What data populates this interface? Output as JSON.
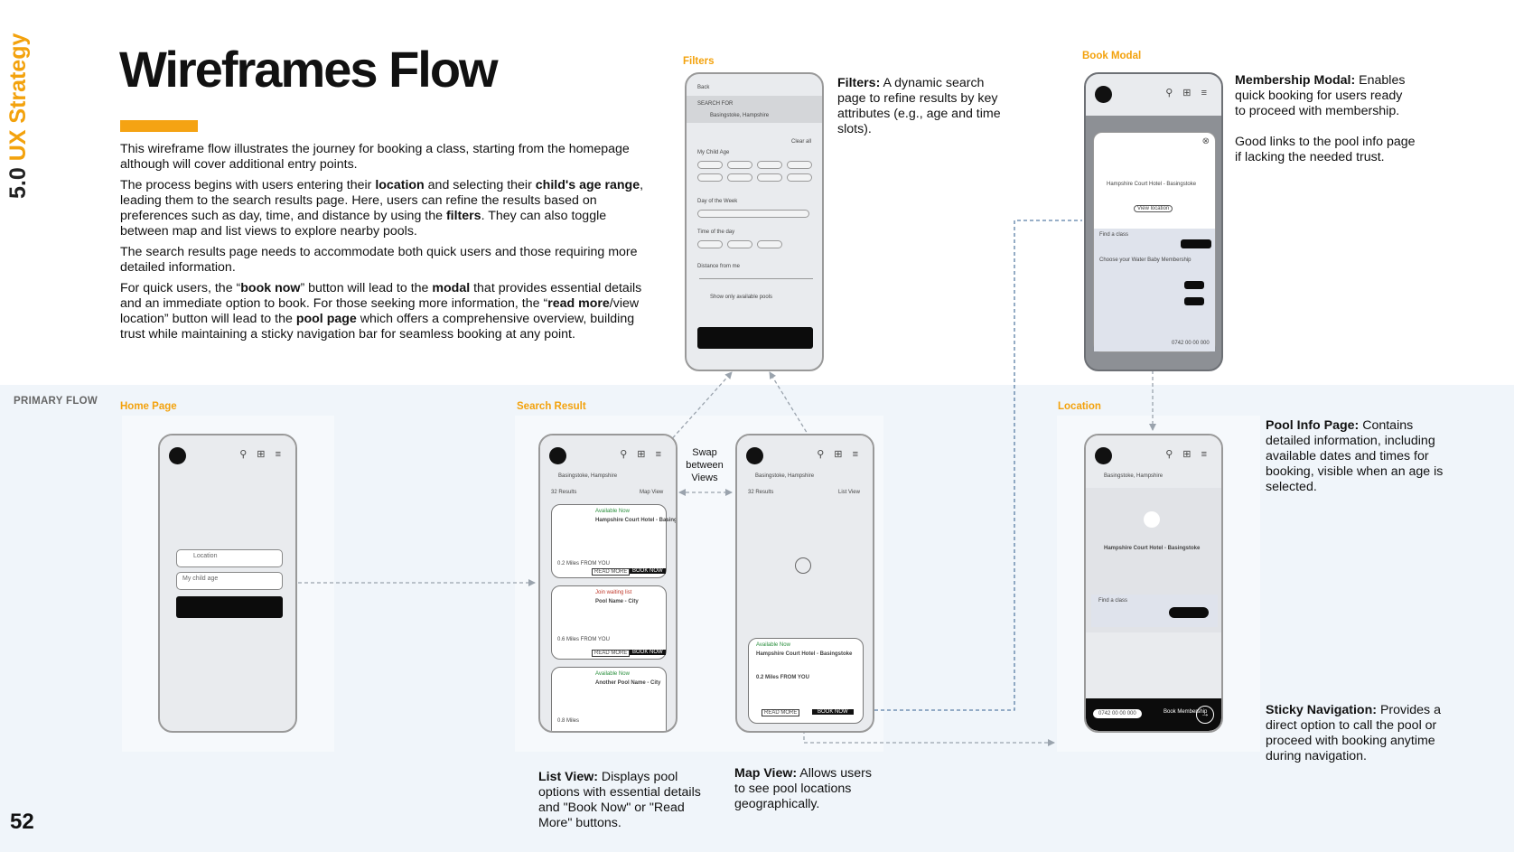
{
  "sidebar": {
    "number": "5.0",
    "section": "UX Strategy"
  },
  "header": {
    "title": "Wireframes Flow"
  },
  "intro": {
    "p1": "This wireframe flow illustrates the journey for booking a class, starting from the homepage although will cover additional entry points.",
    "p2a": "The process begins with users entering their ",
    "p2b": "location",
    "p2c": " and selecting their ",
    "p2d": "child's age range",
    "p2e": ", leading them to the search results page. Here, users can refine the results based on preferences such as day, time, and distance by using the ",
    "p2f": "filters",
    "p2g": ". They can also toggle between map and list views to explore nearby pools.",
    "p3": "The search results page needs to accommodate both quick users and those requiring more detailed information.",
    "p4a": "For quick users, the “",
    "p4b": "book now",
    "p4c": "” button will lead to the ",
    "p4d": "modal",
    "p4e": " that provides essential details and an immediate option to book. For those seeking more information, the “",
    "p4f": "read more",
    "p4g": "/view location” button will lead to the ",
    "p4h": "pool page",
    "p4i": " which offers a comprehensive overview, building trust while maintaining a sticky navigation bar for seamless booking at any point."
  },
  "labels": {
    "primary_flow": "PRIMARY FLOW",
    "home": "Home Page",
    "search": "Search Result",
    "filters": "Filters",
    "book_modal": "Book Modal",
    "location": "Location",
    "swap": "Swap between Views"
  },
  "descriptions": {
    "filters_b": "Filters:",
    "filters_t": " A dynamic search page to refine results by key attributes (e.g., age and time slots).",
    "membership_b": "Membership Modal:",
    "membership_t": " Enables quick booking for users ready to proceed with membership.",
    "membership_t2": "Good links to the pool info page if lacking the needed trust.",
    "poolinfo_b": "Pool Info Page:",
    "poolinfo_t": " Contains detailed information, including available dates and times for booking, visible when an age is selected.",
    "sticky_b": "Sticky Navigation:",
    "sticky_t": " Provides a direct option to call the pool or proceed with booking anytime during navigation.",
    "list_b": "List View:",
    "list_t": " Displays pool options with essential details and \"Book Now\" or \"Read More\" buttons.",
    "map_b": "Map View:",
    "map_t": " Allows users to see pool locations geographically."
  },
  "wire": {
    "location": "Location",
    "child_age": "My child age",
    "back": "Back",
    "search_for": "SEARCH FOR",
    "place": "Basingstoke, Hampshire",
    "clear_all": "Clear all",
    "my_child_age": "My Child Age",
    "day_week": "Day of the Week",
    "time_day": "Time of the day",
    "distance": "Distance from me",
    "only_available": "Show only available pools",
    "results": "32 Results",
    "map_view": "Map View",
    "list_view": "List View",
    "avail": "Available Now",
    "waiting": "Join waiting list",
    "hotel": "Hampshire Court Hotel - Basingstoke",
    "pool_city": "Pool Name - City",
    "another": "Another Pool Name - City",
    "miles1": "0.2 Miles FROM YOU",
    "miles2": "0.6 Miles FROM YOU",
    "miles3": "0.8 Miles",
    "read_more": "READ MORE",
    "book_now": "BOOK NOW",
    "view_location": "View location",
    "find_class": "Find a class",
    "choose_membership": "Choose your Water Baby Membership",
    "phone": "0742 00 00 000",
    "book_membership": "Book Membership"
  },
  "page_number": "52",
  "colors": {
    "accent": "#f3a20d",
    "flow_bg": "#f0f5fa",
    "connector": "#9aa3ad",
    "link": "#5b7fa6"
  }
}
